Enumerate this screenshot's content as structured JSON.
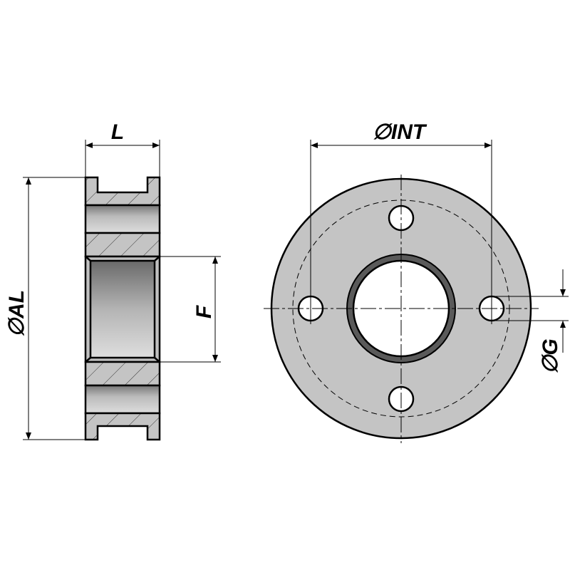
{
  "labels": {
    "L": "L",
    "AL": "∅AL",
    "F": "F",
    "INT": "∅INT",
    "G": "∅G"
  },
  "colors": {
    "fill": "#c4c4c4",
    "line": "#000000",
    "bore_dark": "#5a5a5a"
  }
}
